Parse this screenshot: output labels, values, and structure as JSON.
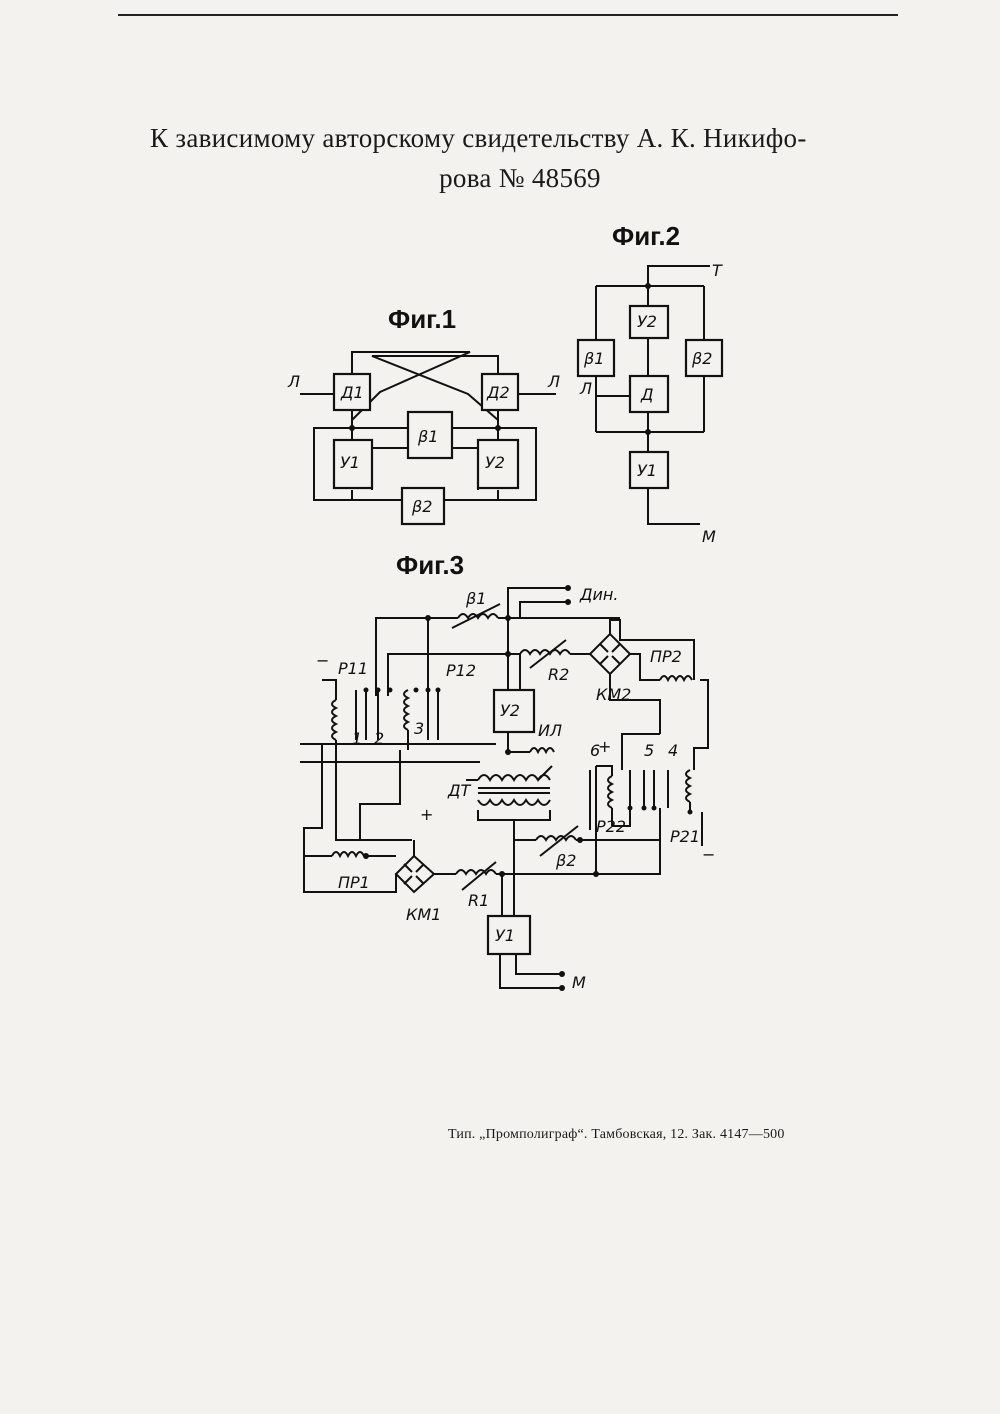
{
  "header": {
    "line1": "К зависимому авторскому свидетельству А. К. Никифо-",
    "line2": "рова № 48569"
  },
  "fig1": {
    "title": "Фиг.1",
    "line_left": "Л",
    "line_right": "Л",
    "d1": "Д1",
    "d2": "Д2",
    "u1": "У1",
    "u2": "У2",
    "b1": "β1",
    "b2": "β2"
  },
  "fig2": {
    "title": "Фиг.2",
    "t": "Т",
    "m": "М",
    "l": "Л",
    "u2": "У2",
    "d": "Д",
    "u1": "У1",
    "b1": "β1",
    "b2": "β2"
  },
  "fig3": {
    "title": "Фиг.3",
    "din": "Дин.",
    "m": "М",
    "b1": "β1",
    "b2": "β2",
    "r1": "R1",
    "r2": "R2",
    "p11": "P11",
    "p12": "P12",
    "p21": "P21",
    "p22": "P22",
    "pr1": "ПР1",
    "pr2": "ПР2",
    "km1": "КМ1",
    "km2": "КМ2",
    "u1": "У1",
    "u2": "У2",
    "il": "ИЛ",
    "dt": "ДТ",
    "n1": "1",
    "n2": "2",
    "n3": "3",
    "n4": "4",
    "n5": "5",
    "n6": "6",
    "plus": "+",
    "minus": "−"
  },
  "footer": {
    "text": "Тип. „Промполиграф“. Тамбовская, 12. Зак. 4147—500"
  }
}
